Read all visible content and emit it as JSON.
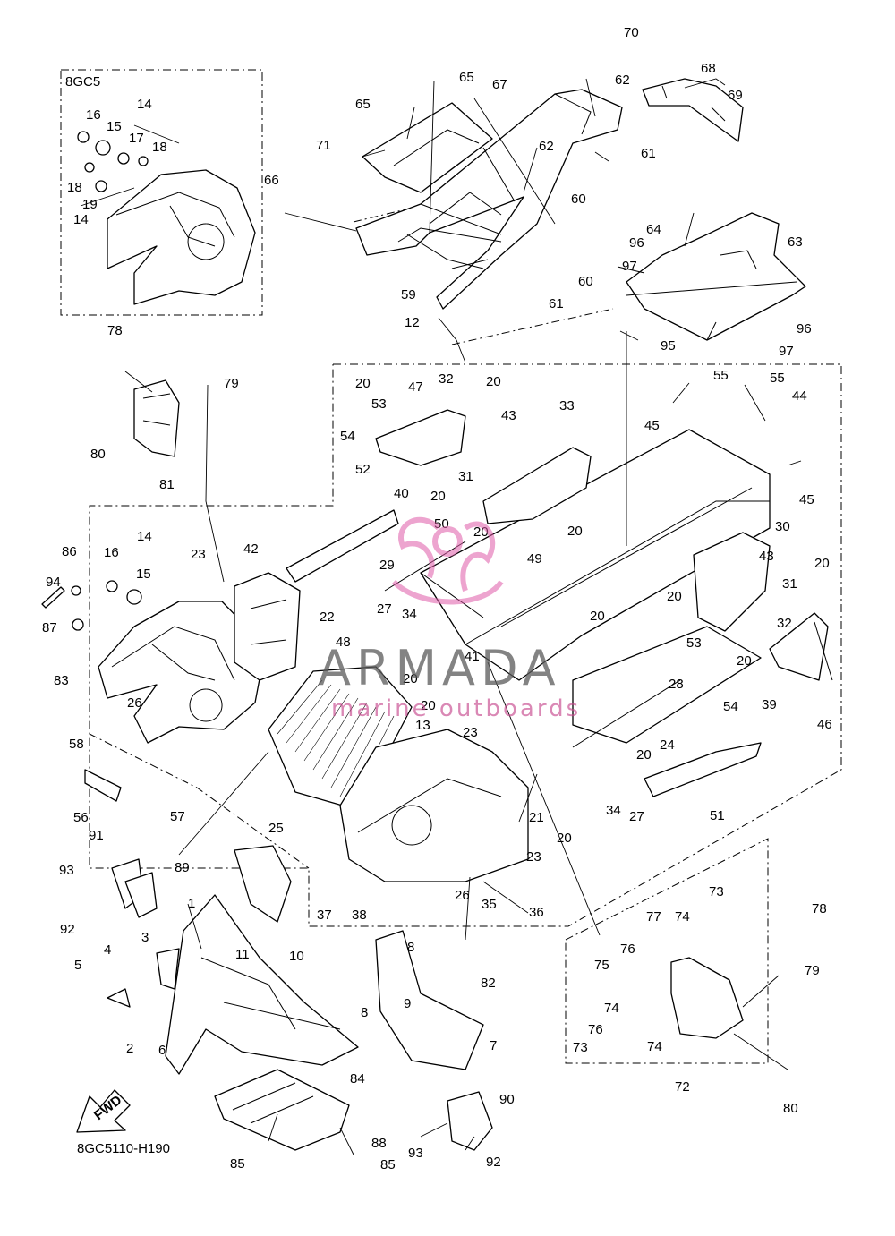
{
  "diagram": {
    "group_code": "8GC5",
    "figure_code": "8GC5110-H190",
    "fwd_arrow_label": "FWD",
    "callouts": [
      {
        "id": "c70",
        "label": "70"
      },
      {
        "id": "c68",
        "label": "68"
      },
      {
        "id": "c69",
        "label": "69"
      },
      {
        "id": "c65a",
        "label": "65"
      },
      {
        "id": "c65b",
        "label": "65"
      },
      {
        "id": "c67",
        "label": "67"
      },
      {
        "id": "c62a",
        "label": "62"
      },
      {
        "id": "c71",
        "label": "71"
      },
      {
        "id": "c62b",
        "label": "62"
      },
      {
        "id": "c61a",
        "label": "61"
      },
      {
        "id": "c60a",
        "label": "60"
      },
      {
        "id": "c66",
        "label": "66"
      },
      {
        "id": "c64",
        "label": "64"
      },
      {
        "id": "c63",
        "label": "63"
      },
      {
        "id": "c96a",
        "label": "96"
      },
      {
        "id": "c97a",
        "label": "97"
      },
      {
        "id": "c60b",
        "label": "60"
      },
      {
        "id": "c61b",
        "label": "61"
      },
      {
        "id": "c59",
        "label": "59"
      },
      {
        "id": "c96b",
        "label": "96"
      },
      {
        "id": "c97b",
        "label": "97"
      },
      {
        "id": "c95",
        "label": "95"
      },
      {
        "id": "c12",
        "label": "12"
      },
      {
        "id": "c14a",
        "label": "14"
      },
      {
        "id": "c16a",
        "label": "16"
      },
      {
        "id": "c15a",
        "label": "15"
      },
      {
        "id": "c17",
        "label": "17"
      },
      {
        "id": "c18a",
        "label": "18"
      },
      {
        "id": "c18b",
        "label": "18"
      },
      {
        "id": "c19",
        "label": "19"
      },
      {
        "id": "c14b",
        "label": "14"
      },
      {
        "id": "c78a",
        "label": "78"
      },
      {
        "id": "c79a",
        "label": "79"
      },
      {
        "id": "c80a",
        "label": "80"
      },
      {
        "id": "c81",
        "label": "81"
      },
      {
        "id": "c55a",
        "label": "55"
      },
      {
        "id": "c55b",
        "label": "55"
      },
      {
        "id": "c44",
        "label": "44"
      },
      {
        "id": "c45a",
        "label": "45"
      },
      {
        "id": "c45b",
        "label": "45"
      },
      {
        "id": "c20a",
        "label": "20"
      },
      {
        "id": "c32a",
        "label": "32"
      },
      {
        "id": "c20b",
        "label": "20"
      },
      {
        "id": "c47",
        "label": "47"
      },
      {
        "id": "c53a",
        "label": "53"
      },
      {
        "id": "c43a",
        "label": "43"
      },
      {
        "id": "c33",
        "label": "33"
      },
      {
        "id": "c54a",
        "label": "54"
      },
      {
        "id": "c31a",
        "label": "31"
      },
      {
        "id": "c40",
        "label": "40"
      },
      {
        "id": "c52",
        "label": "52"
      },
      {
        "id": "c20c",
        "label": "20"
      },
      {
        "id": "c50",
        "label": "50"
      },
      {
        "id": "c20d",
        "label": "20"
      },
      {
        "id": "c20e",
        "label": "20"
      },
      {
        "id": "c30",
        "label": "30"
      },
      {
        "id": "c43b",
        "label": "43"
      },
      {
        "id": "c20f",
        "label": "20"
      },
      {
        "id": "c49",
        "label": "49"
      },
      {
        "id": "c31b",
        "label": "31"
      },
      {
        "id": "c29",
        "label": "29"
      },
      {
        "id": "c20g",
        "label": "20"
      },
      {
        "id": "c20h",
        "label": "20"
      },
      {
        "id": "c32b",
        "label": "32"
      },
      {
        "id": "c14c",
        "label": "14"
      },
      {
        "id": "c86",
        "label": "86"
      },
      {
        "id": "c16b",
        "label": "16"
      },
      {
        "id": "c23a",
        "label": "23"
      },
      {
        "id": "c15b",
        "label": "15"
      },
      {
        "id": "c42",
        "label": "42"
      },
      {
        "id": "c94",
        "label": "94"
      },
      {
        "id": "c27a",
        "label": "27"
      },
      {
        "id": "c34a",
        "label": "34"
      },
      {
        "id": "c22",
        "label": "22"
      },
      {
        "id": "c87",
        "label": "87"
      },
      {
        "id": "c48",
        "label": "48"
      },
      {
        "id": "c20i",
        "label": "20"
      },
      {
        "id": "c53b",
        "label": "53"
      },
      {
        "id": "c20j",
        "label": "20"
      },
      {
        "id": "c83",
        "label": "83"
      },
      {
        "id": "c26a",
        "label": "26"
      },
      {
        "id": "c41",
        "label": "41"
      },
      {
        "id": "c39",
        "label": "39"
      },
      {
        "id": "c20k",
        "label": "20"
      },
      {
        "id": "c54b",
        "label": "54"
      },
      {
        "id": "c28",
        "label": "28"
      },
      {
        "id": "c46",
        "label": "46"
      },
      {
        "id": "c13",
        "label": "13"
      },
      {
        "id": "c23b",
        "label": "23"
      },
      {
        "id": "c24",
        "label": "24"
      },
      {
        "id": "c20l",
        "label": "20"
      },
      {
        "id": "c58",
        "label": "58"
      },
      {
        "id": "c56",
        "label": "56"
      },
      {
        "id": "c57",
        "label": "57"
      },
      {
        "id": "c25",
        "label": "25"
      },
      {
        "id": "c21",
        "label": "21"
      },
      {
        "id": "c34b",
        "label": "34"
      },
      {
        "id": "c27b",
        "label": "27"
      },
      {
        "id": "c51",
        "label": "51"
      },
      {
        "id": "c20m",
        "label": "20"
      },
      {
        "id": "c23c",
        "label": "23"
      },
      {
        "id": "c91",
        "label": "91"
      },
      {
        "id": "c89",
        "label": "89"
      },
      {
        "id": "c93a",
        "label": "93"
      },
      {
        "id": "c92a",
        "label": "92"
      },
      {
        "id": "c37",
        "label": "37"
      },
      {
        "id": "c38",
        "label": "38"
      },
      {
        "id": "c26b",
        "label": "26"
      },
      {
        "id": "c35",
        "label": "35"
      },
      {
        "id": "c36",
        "label": "36"
      },
      {
        "id": "c1",
        "label": "1"
      },
      {
        "id": "c3",
        "label": "3"
      },
      {
        "id": "c11",
        "label": "11"
      },
      {
        "id": "c10",
        "label": "10"
      },
      {
        "id": "c4",
        "label": "4"
      },
      {
        "id": "c5",
        "label": "5"
      },
      {
        "id": "c2",
        "label": "2"
      },
      {
        "id": "c6",
        "label": "6"
      },
      {
        "id": "c8a",
        "label": "8"
      },
      {
        "id": "c9",
        "label": "9"
      },
      {
        "id": "c8b",
        "label": "8"
      },
      {
        "id": "c7",
        "label": "7"
      },
      {
        "id": "c82",
        "label": "82"
      },
      {
        "id": "c73a",
        "label": "73"
      },
      {
        "id": "c77",
        "label": "77"
      },
      {
        "id": "c74a",
        "label": "74"
      },
      {
        "id": "c78b",
        "label": "78"
      },
      {
        "id": "c76a",
        "label": "76"
      },
      {
        "id": "c75",
        "label": "75"
      },
      {
        "id": "c79b",
        "label": "79"
      },
      {
        "id": "c74b",
        "label": "74"
      },
      {
        "id": "c76b",
        "label": "76"
      },
      {
        "id": "c73b",
        "label": "73"
      },
      {
        "id": "c74c",
        "label": "74"
      },
      {
        "id": "c72",
        "label": "72"
      },
      {
        "id": "c80b",
        "label": "80"
      },
      {
        "id": "c84",
        "label": "84"
      },
      {
        "id": "c90",
        "label": "90"
      },
      {
        "id": "c88",
        "label": "88"
      },
      {
        "id": "c93b",
        "label": "93"
      },
      {
        "id": "c92b",
        "label": "92"
      },
      {
        "id": "c85a",
        "label": "85"
      },
      {
        "id": "c85b",
        "label": "85"
      }
    ]
  },
  "watermark": {
    "brand": "ARMADA",
    "tagline": "marine outboards",
    "accent_color": "#e05aa8"
  }
}
